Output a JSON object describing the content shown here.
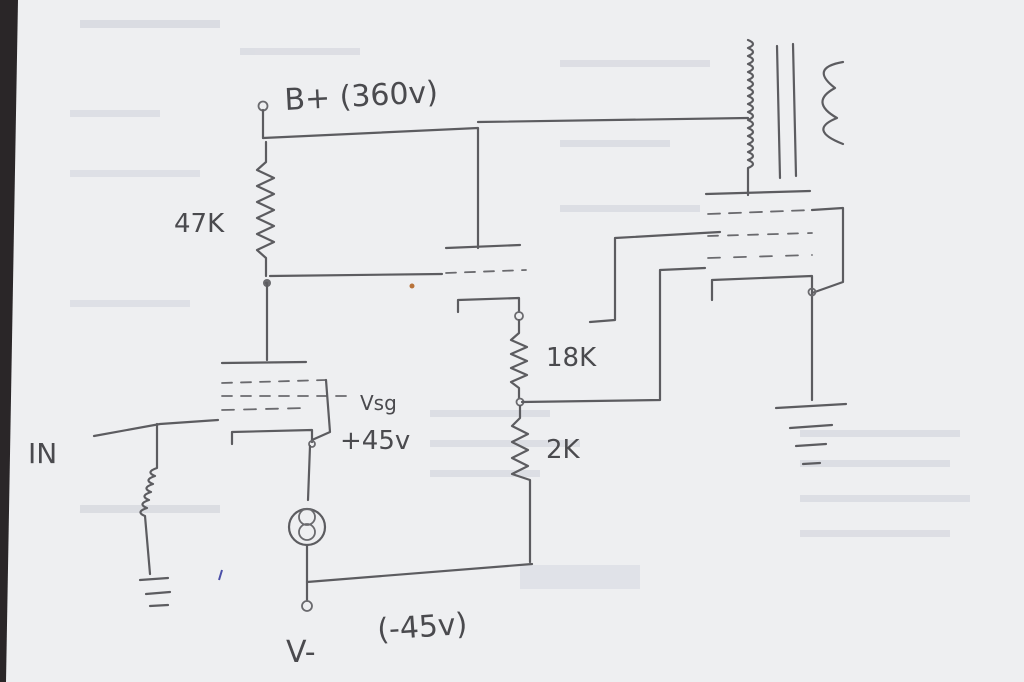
{
  "diagram": {
    "labels": {
      "bplus": "B+ (360v)",
      "r47k": "47K",
      "r18k": "18K",
      "r2k": "2K",
      "vsg": "Vsg",
      "plus45": "+45v",
      "input": "IN",
      "vminus": "V-",
      "minus45": "(-45v)"
    }
  },
  "colors": {
    "paper": "#eeeff1",
    "pencil": "#5c5c60",
    "background": "#2a2628"
  }
}
